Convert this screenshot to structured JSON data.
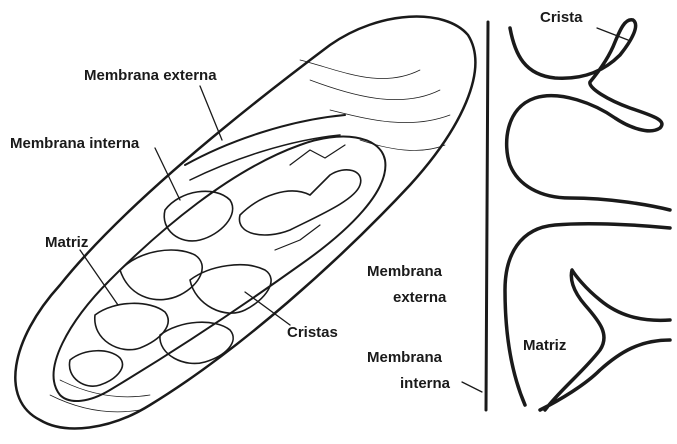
{
  "diagram": {
    "illustration_labels": {
      "outer_membrane": "Membrana externa",
      "inner_membrane": "Membrana interna",
      "matrix": "Matriz",
      "cristae": "Cristas"
    },
    "schematic_labels": {
      "crista": "Crista",
      "outer_membrane_line1": "Membrana",
      "outer_membrane_line2": "externa",
      "inner_membrane_line1": "Membrana",
      "inner_membrane_line2": "interna",
      "matrix": "Matriz"
    },
    "colors": {
      "ink": "#1a1a1a",
      "membrane_fill": "#f2f2f2",
      "interior_fill": "#e6e6e6",
      "background": "#ffffff"
    }
  }
}
